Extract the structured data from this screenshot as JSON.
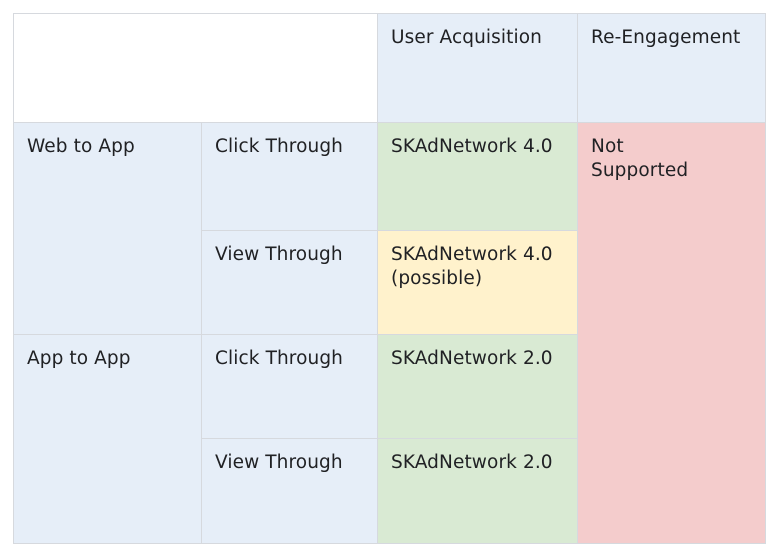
{
  "header": {
    "col_user_acquisition": "User Acquisition",
    "col_re_engagement": "Re-Engagement"
  },
  "groups": [
    {
      "label": "Web to App",
      "rows": [
        {
          "type": "Click Through",
          "user_acquisition": "SKAdNetwork 4.0"
        },
        {
          "type": "View Through",
          "user_acquisition": "SKAdNetwork 4.0\n(possible)"
        }
      ]
    },
    {
      "label": "App to App",
      "rows": [
        {
          "type": "Click Through",
          "user_acquisition": "SKAdNetwork 2.0"
        },
        {
          "type": "View Through",
          "user_acquisition": "SKAdNetwork 2.0"
        }
      ]
    }
  ],
  "re_engagement_value": "Not\nSupported",
  "colors": {
    "header_blue": "#e6eef8",
    "supported_green": "#d9ead3",
    "possible_yellow": "#fff2cc",
    "unsupported_red": "#f4cccc",
    "border": "#d6d9de"
  }
}
